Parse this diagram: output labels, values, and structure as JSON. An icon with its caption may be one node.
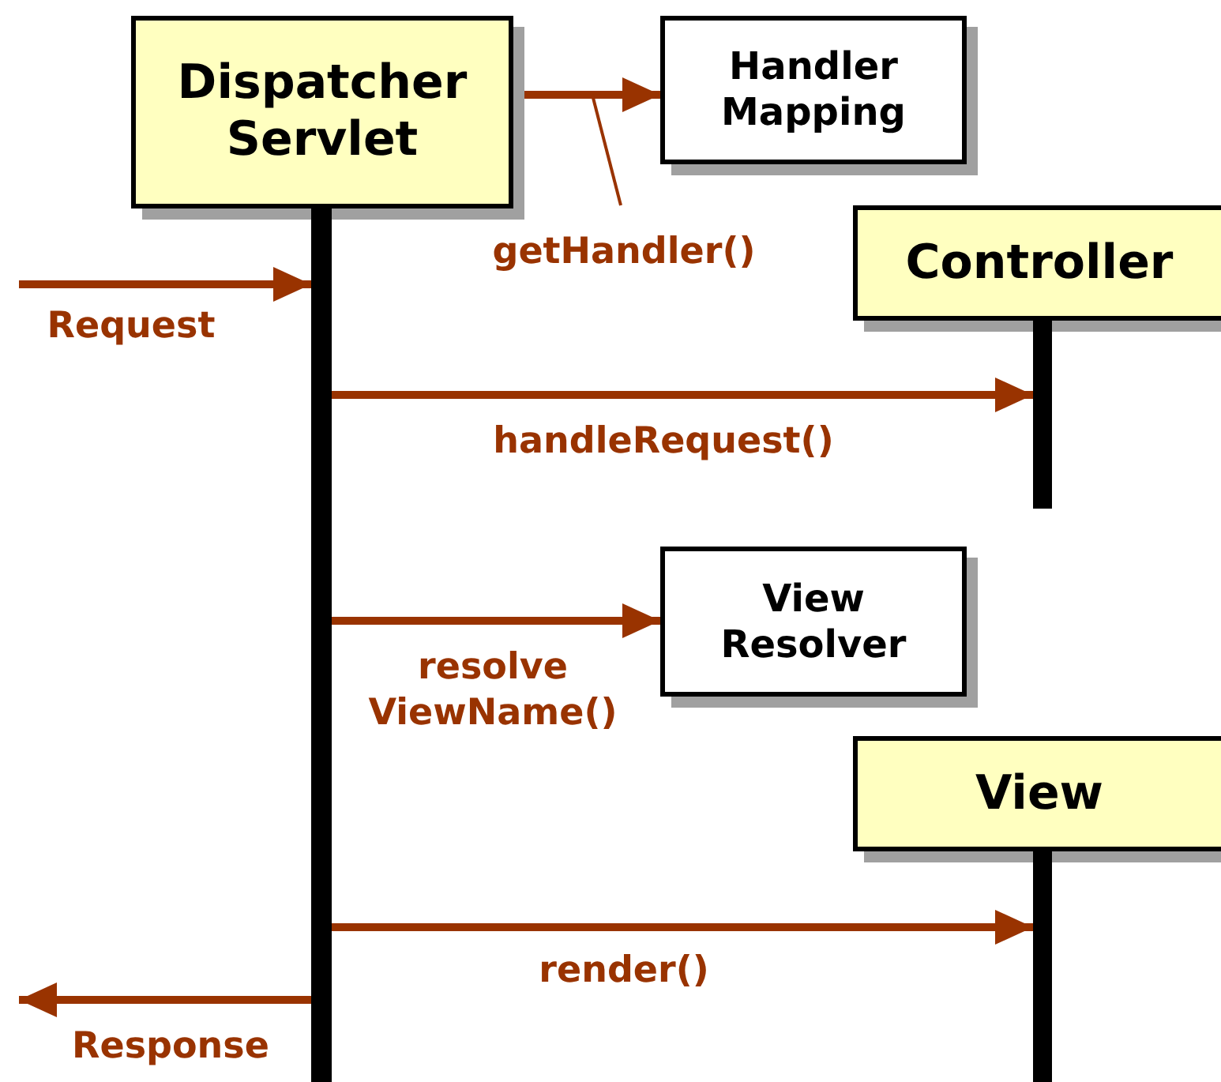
{
  "diagram": {
    "nodes": [
      {
        "text": [
          "Dispatcher Servlet"
        ]
      },
      {
        "text": [
          "Handler Mapping"
        ]
      },
      {
        "text": [],
        "shape": "bar"
      },
      {
        "text": [
          "Controller"
        ]
      },
      {
        "text": [],
        "shape": "bar"
      },
      {
        "text": [
          "View Resolver"
        ]
      },
      {
        "text": [
          "View"
        ]
      },
      {
        "text": [],
        "shape": "bar"
      }
    ],
    "edges": [
      {
        "from": 0,
        "to": 1,
        "arrow": "to",
        "label": "getHandler()"
      },
      {
        "from": null,
        "to": 2,
        "arrow": "to",
        "label": "Request"
      },
      {
        "from": 2,
        "to": 4,
        "arrow": "to",
        "label": "handleRequest()"
      },
      {
        "from": 2,
        "to": 5,
        "arrow": "to",
        "label": "resolve ViewName()"
      },
      {
        "from": 2,
        "to": 7,
        "arrow": "to",
        "label": "render()"
      },
      {
        "from": 2,
        "to": null,
        "arrow": "to",
        "label": "Response"
      }
    ]
  }
}
